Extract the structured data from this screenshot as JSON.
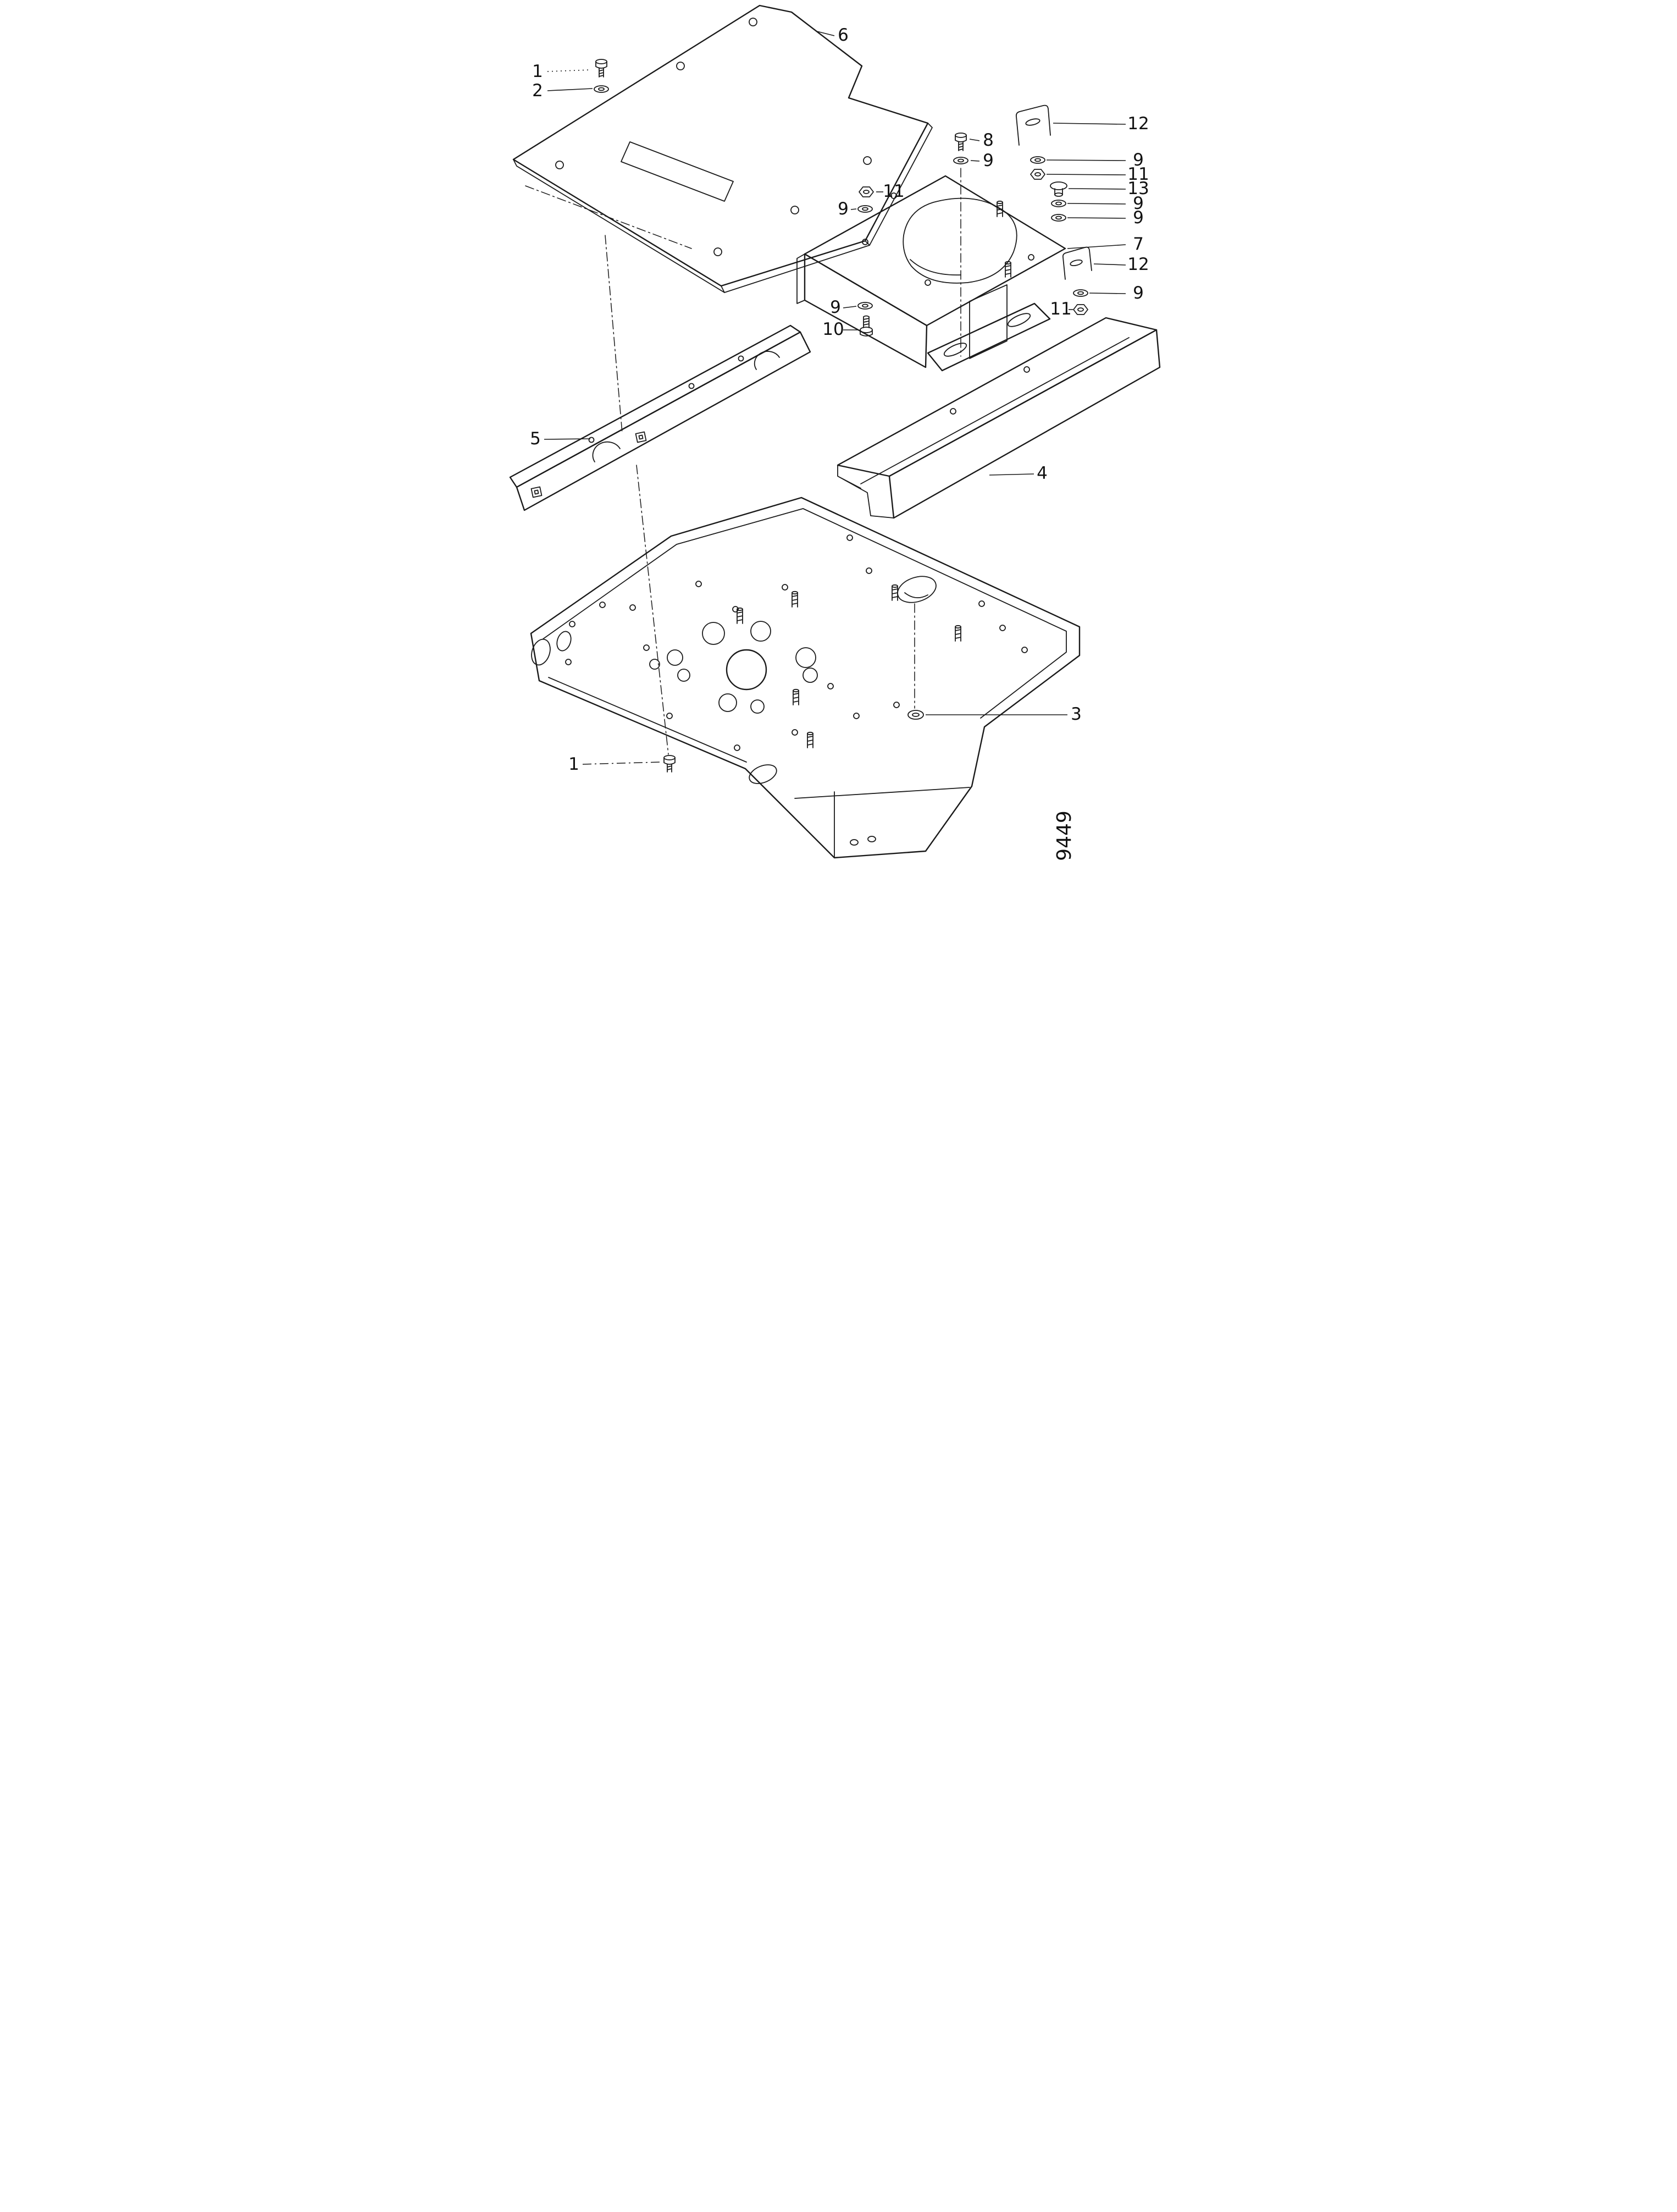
{
  "figure": {
    "number": "9449"
  },
  "style": {
    "background": "#ffffff",
    "ink": "#1a1a1a"
  },
  "callouts": [
    {
      "label": "1",
      "target": "hex-bolt"
    },
    {
      "label": "2",
      "target": "flat-washer"
    },
    {
      "label": "6",
      "target": "top-panel"
    },
    {
      "label": "8",
      "target": "hex-bolt"
    },
    {
      "label": "9",
      "target": "flat-washer"
    },
    {
      "label": "11",
      "target": "hex-nut"
    },
    {
      "label": "9",
      "target": "flat-washer"
    },
    {
      "label": "12",
      "target": "clamp-bracket"
    },
    {
      "label": "9",
      "target": "flat-washer"
    },
    {
      "label": "11",
      "target": "hex-nut"
    },
    {
      "label": "13",
      "target": "plug-button"
    },
    {
      "label": "9",
      "target": "flat-washer"
    },
    {
      "label": "9",
      "target": "flat-washer"
    },
    {
      "label": "7",
      "target": "cover-plate"
    },
    {
      "label": "12",
      "target": "clamp-bracket"
    },
    {
      "label": "9",
      "target": "flat-washer"
    },
    {
      "label": "11",
      "target": "hex-nut"
    },
    {
      "label": "9",
      "target": "flat-washer"
    },
    {
      "label": "10",
      "target": "hex-bolt"
    },
    {
      "label": "5",
      "target": "support-rail"
    },
    {
      "label": "4",
      "target": "side-cover"
    },
    {
      "label": "3",
      "target": "plug-button"
    },
    {
      "label": "1",
      "target": "hex-bolt"
    }
  ]
}
